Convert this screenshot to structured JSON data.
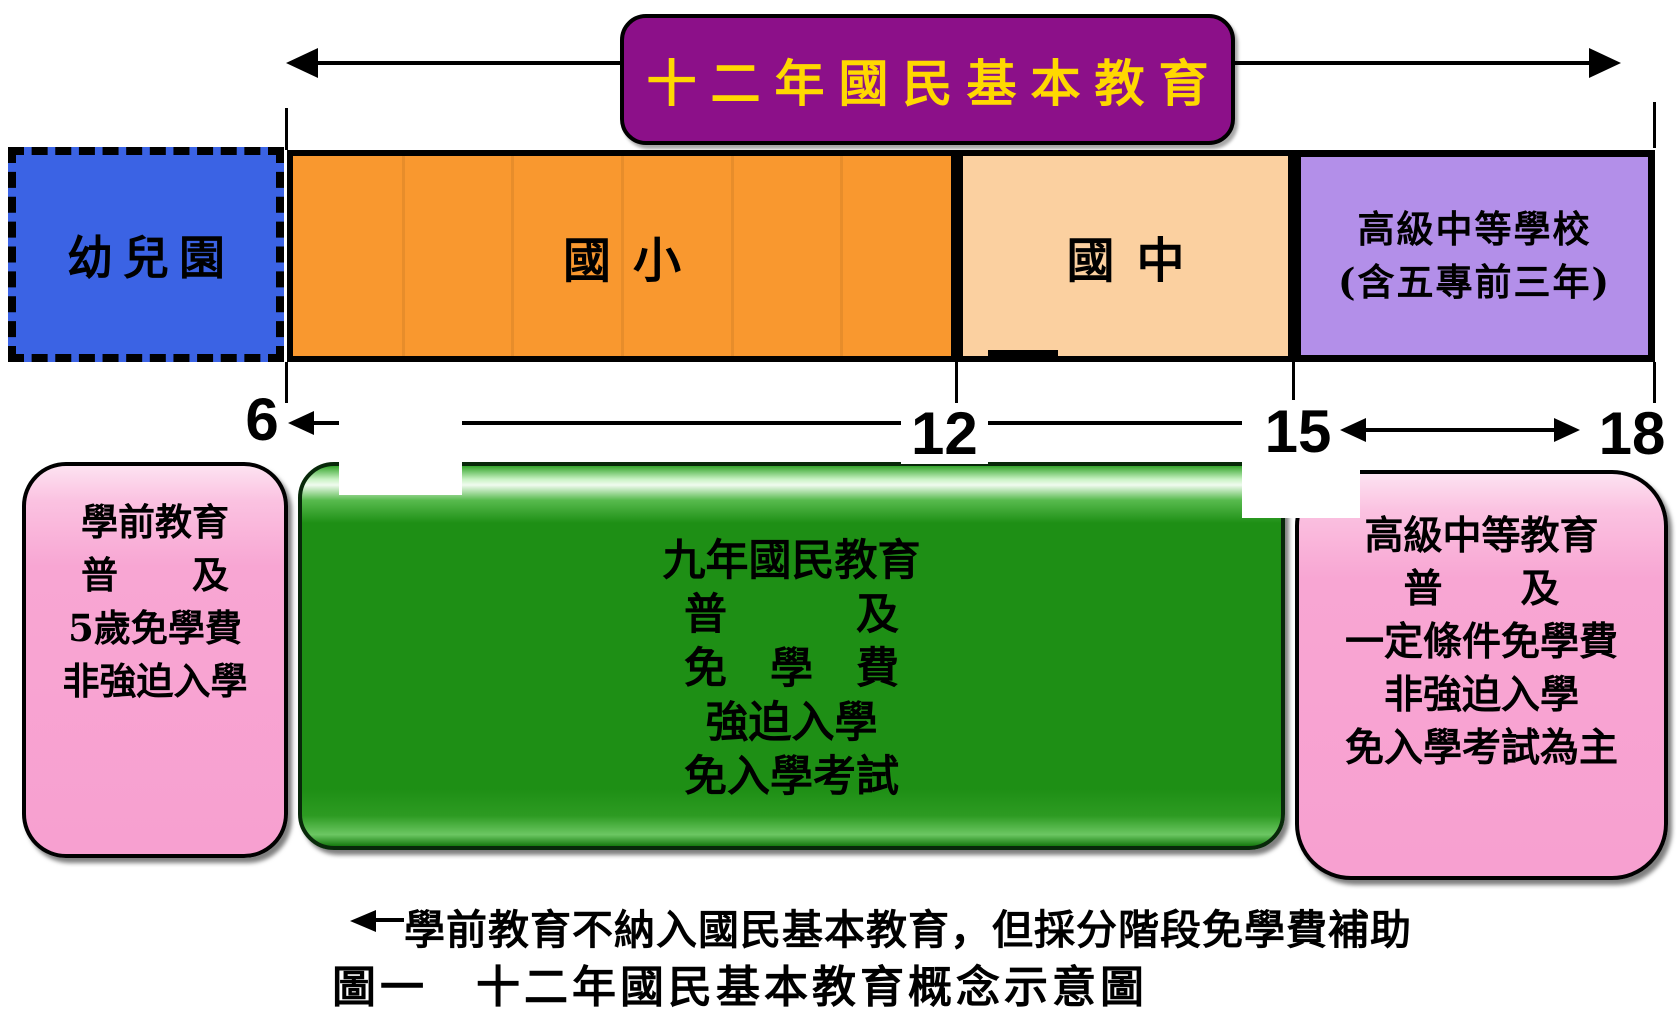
{
  "banner": {
    "title": "十二年國民基本教育"
  },
  "timeline": {
    "segments": [
      {
        "id": "kindergarten",
        "label": "幼兒園"
      },
      {
        "id": "elementary",
        "label": "國小"
      },
      {
        "id": "junior-high",
        "label": "國中"
      },
      {
        "id": "senior-high",
        "label_line1": "高級中等學校",
        "label_line2": "(含五專前三年)"
      }
    ],
    "ages": {
      "age6": "6",
      "age12": "12",
      "age15": "15",
      "age18": "18"
    }
  },
  "info_boxes": {
    "preschool": {
      "lines": [
        "學前教育",
        "普　　及",
        "5歲免學費",
        "非強迫入學"
      ]
    },
    "nine_year": {
      "lines": [
        "九年國民教育",
        "普　　　及",
        "免　學　費",
        "強迫入學",
        "免入學考試"
      ]
    },
    "senior": {
      "lines": [
        "高級中等教育",
        "普　　及",
        "一定條件免學費",
        "非強迫入學",
        "免入學考試為主"
      ]
    }
  },
  "captions": {
    "note": "學前教育不納入國民基本教育，但採分階段免學費補助",
    "figure": "圖一　十二年國民基本教育概念示意圖"
  },
  "colors": {
    "banner_bg": "#8C1089",
    "banner_text": "#FFD800",
    "kindergarten_bg": "#3B63E4",
    "elementary_bg": "#F9982F",
    "junior_bg": "#FBD0A0",
    "senior_bar_bg": "#B38FE9",
    "green_box": "#1E8F15",
    "pink_box": "#F8A6D3",
    "line": "#000000"
  }
}
